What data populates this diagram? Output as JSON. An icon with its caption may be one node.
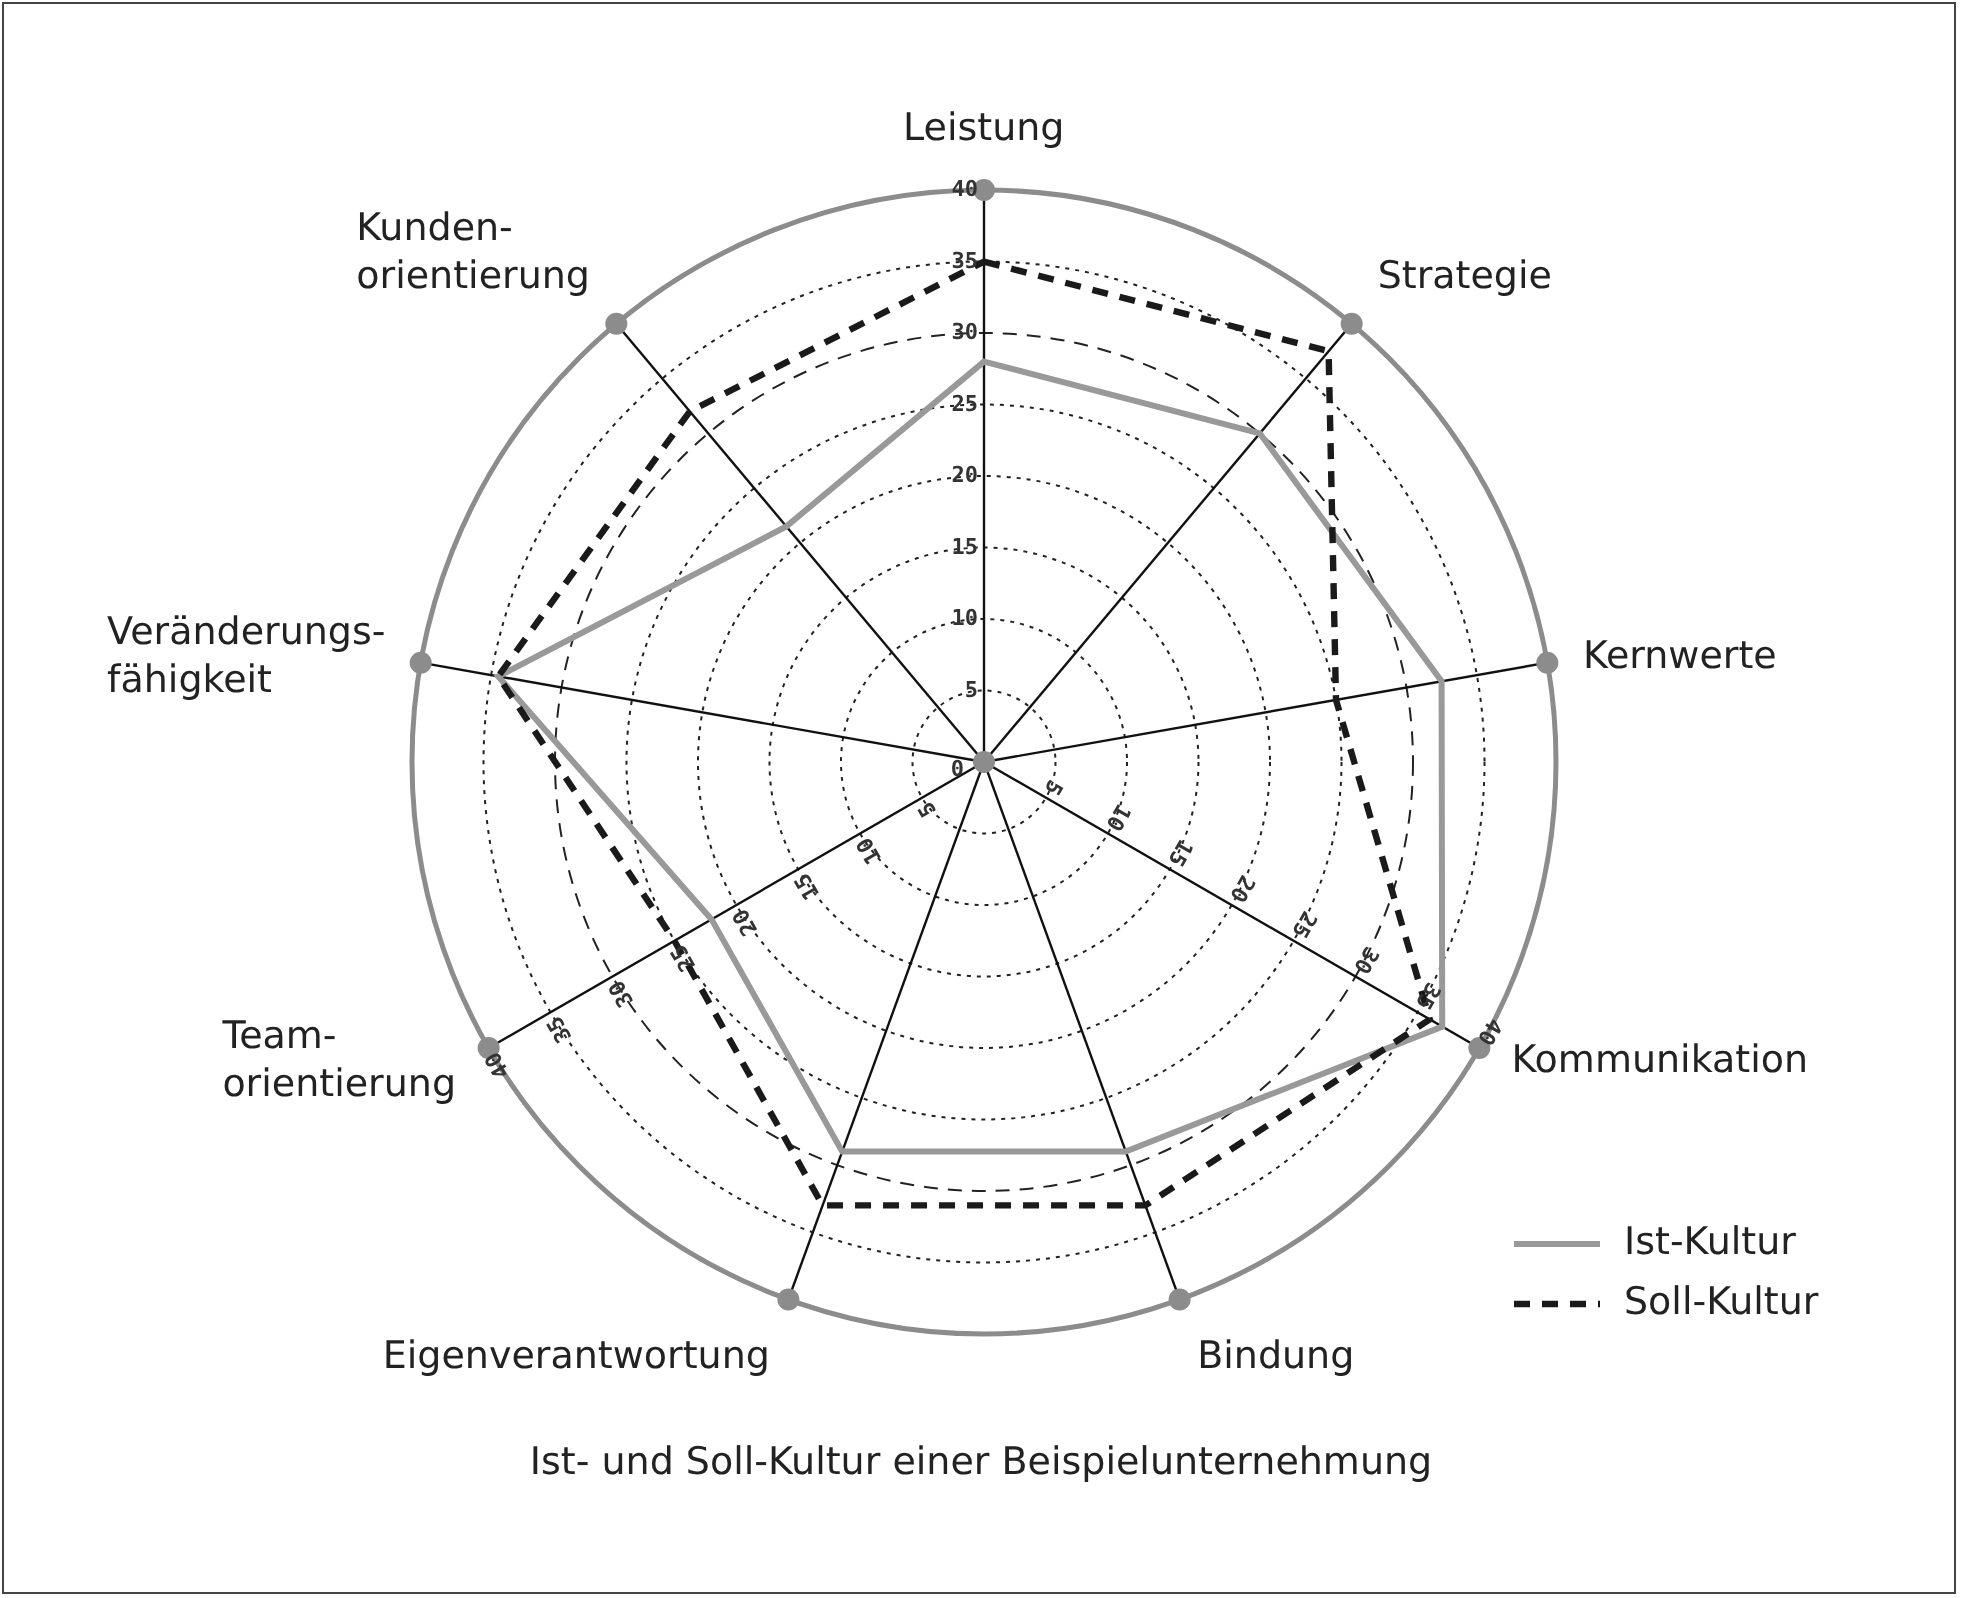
{
  "diagram": {
    "caption": "Ist- und Soll-Kultur einer Beispielunternehmung",
    "labels": [
      "Leistung",
      "Strategie",
      "Kernwerte",
      "Kommunikation",
      "Bindung",
      "Eigenverantwortung",
      "Team- orientierung",
      "Veränderungs- fähigkeit",
      "Kunden- orientierung",
      "40",
      "35",
      "30",
      "25",
      "20",
      "15",
      "10",
      "5",
      "0",
      "5",
      "10",
      "15",
      "20",
      "25",
      "30",
      "35",
      "40",
      "5",
      "10",
      "15",
      "20",
      "25",
      "30",
      "35",
      "40"
    ],
    "legend": [
      {
        "text": "Ist-Kultur"
      },
      {
        "text": "Soll-Kultur"
      }
    ]
  }
}
